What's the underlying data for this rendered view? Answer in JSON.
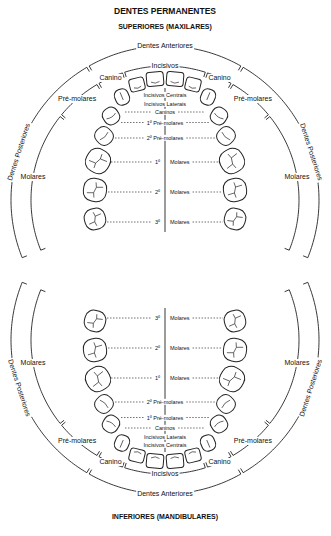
{
  "diagram": {
    "title": "DENTES PERMANENTES",
    "labels": [
      "SUPERIORES (MAXILARES)",
      "Dentes Anteriores",
      "Incisivos",
      "Canino",
      "Canino",
      "Pré-molares",
      "Pré-molares",
      "Dentes Posteriores",
      "Dentes Posteriores",
      "Molares",
      "Molares",
      "Incisivos Centrais",
      "Incisivos Laterais",
      "Caninos",
      "1º Pré-molares",
      "2º Pré-molares",
      "1º",
      "Molares",
      "2º",
      "Molares",
      "3º",
      "Molares",
      "3º",
      "Molares",
      "2º",
      "Molares",
      "1º",
      "Molares",
      "2º Pré-molares",
      "1º Pré-molares",
      "Caninos",
      "Incisivos Laterais",
      "Incisivos Centrais",
      "Molares",
      "Molares",
      "Dentes Posteriores",
      "Dentes Posteriores",
      "Pré-molares",
      "Pré-molares",
      "Canino",
      "Canino",
      "Incisivos",
      "Dentes Anteriores",
      "INFERIORES (MANDIBULARES)"
    ]
  }
}
